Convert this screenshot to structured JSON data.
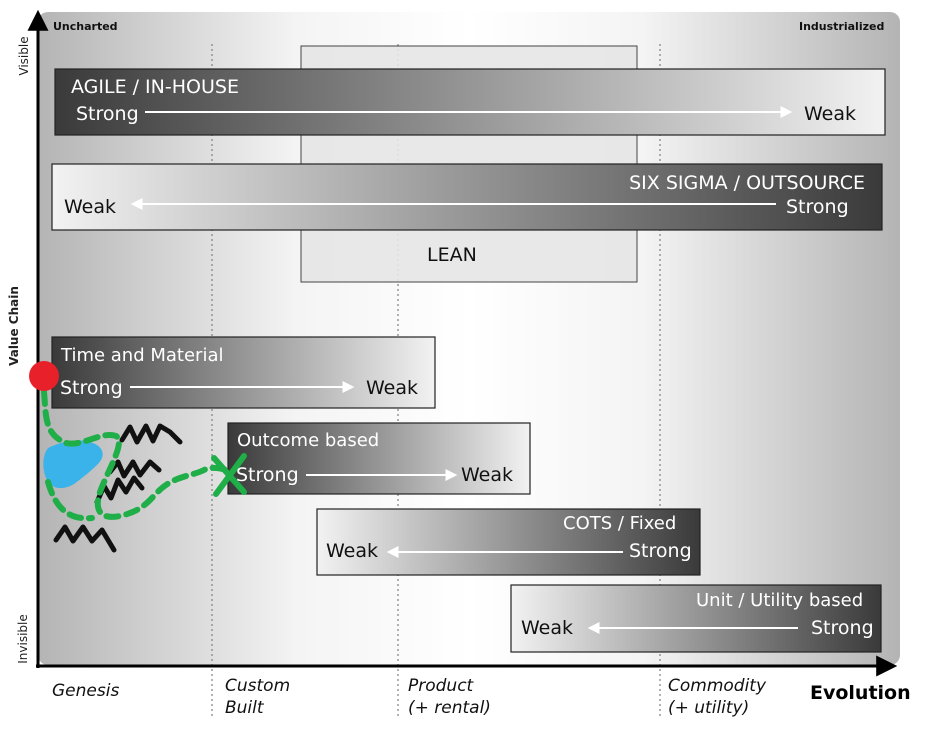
{
  "corners": {
    "left": "Uncharted",
    "right": "Industrialized"
  },
  "axes": {
    "y_title": "Value Chain",
    "y_top": "Visible",
    "y_bottom": "Invisible",
    "x_title": "Evolution"
  },
  "stages": [
    {
      "line1": "Genesis",
      "line2": ""
    },
    {
      "line1": "Custom",
      "line2": "Built"
    },
    {
      "line1": "Product",
      "line2": "(+ rental)"
    },
    {
      "line1": "Commodity",
      "line2": "(+ utility)"
    }
  ],
  "bands": {
    "agile": {
      "title": "AGILE / IN-HOUSE",
      "left": "Strong",
      "right": "Weak"
    },
    "sigma": {
      "title": "SIX  SIGMA / OUTSOURCE",
      "left": "Weak",
      "right": "Strong"
    },
    "lean": {
      "title": "LEAN"
    },
    "tm": {
      "title": "Time and Material",
      "left": "Strong",
      "right": "Weak"
    },
    "outcome": {
      "title": "Outcome based",
      "left": "Strong",
      "right": "Weak"
    },
    "cots": {
      "title": "COTS / Fixed",
      "left": "Weak",
      "right": "Strong"
    },
    "unit": {
      "title": "Unit / Utility based",
      "left": "Weak",
      "right": "Strong"
    }
  },
  "colors": {
    "band_dark": "#3a3a3a",
    "band_light": "#f2f2f2",
    "marker_red": "#e8202a",
    "marker_blue": "#3ab3ea",
    "path_green": "#1fae48",
    "scribble": "#111111"
  }
}
